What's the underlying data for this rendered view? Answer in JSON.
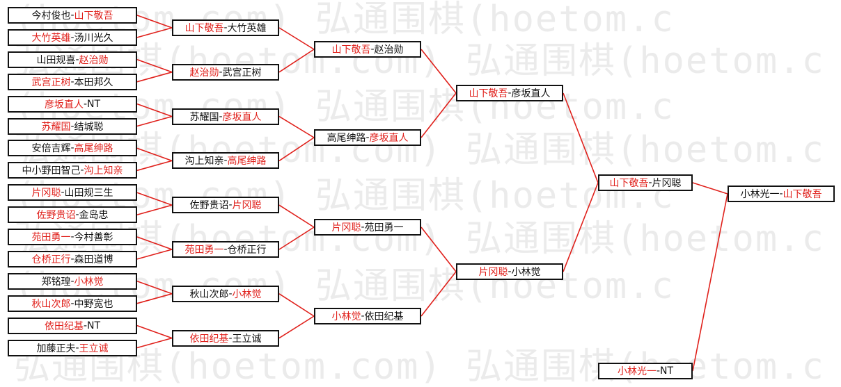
{
  "watermark": {
    "text": "弘通围棋(hoetom.com)",
    "rows": [
      "(hoetom.com) 弘通围棋(hoetom.c",
      "弘通围棋(hoetom.com) 弘通围棋(hoetom.c",
      "(hoetom.com) 弘通围棋(hoetom.c",
      "弘通围棋(hoetom.com) 弘通围棋(hoetom.c",
      "(hoetom.com) 弘通围棋(hoetom.c",
      "弘通围棋(hoetom.com) 弘通围棋(hoetom.c",
      "(hoetom.com) 弘通围棋(hoetom.c",
      "弘通围棋(hoetom.com) 弘通围棋(hoetom.c"
    ]
  },
  "colors": {
    "winner": "#e0201b",
    "loser": "#111111",
    "connector": "#e0201b",
    "border": "#111111"
  },
  "bracket": {
    "round1": [
      {
        "a": "今村俊也",
        "b": "山下敬吾",
        "winner": "b"
      },
      {
        "a": "大竹英雄",
        "b": "汤川光久",
        "winner": "a"
      },
      {
        "a": "山田规喜",
        "b": "赵治勋",
        "winner": "b"
      },
      {
        "a": "武宫正树",
        "b": "本田邦久",
        "winner": "a"
      },
      {
        "a": "彦坂直人",
        "b": "NT",
        "winner": "a"
      },
      {
        "a": "苏耀国",
        "b": "结城聪",
        "winner": "a"
      },
      {
        "a": "安倍吉辉",
        "b": "高尾绅路",
        "winner": "b"
      },
      {
        "a": "中小野田智己",
        "b": "沟上知亲",
        "winner": "b"
      },
      {
        "a": "片冈聪",
        "b": "山田规三生",
        "winner": "a"
      },
      {
        "a": "佐野贵诏",
        "b": "金岛忠",
        "winner": "a"
      },
      {
        "a": "苑田勇一",
        "b": "今村善彰",
        "winner": "a"
      },
      {
        "a": "仓桥正行",
        "b": "森田道博",
        "winner": "a"
      },
      {
        "a": "郑铭瑝",
        "b": "小林觉",
        "winner": "b"
      },
      {
        "a": "秋山次郎",
        "b": "中野宽也",
        "winner": "a"
      },
      {
        "a": "依田纪基",
        "b": "NT",
        "winner": "a"
      },
      {
        "a": "加藤正夫",
        "b": "王立诚",
        "winner": "b"
      }
    ],
    "round2": [
      {
        "a": "山下敬吾",
        "b": "大竹英雄",
        "winner": "a"
      },
      {
        "a": "赵治勋",
        "b": "武宫正树",
        "winner": "a"
      },
      {
        "a": "苏耀国",
        "b": "彦坂直人",
        "winner": "b"
      },
      {
        "a": "沟上知亲",
        "b": "高尾绅路",
        "winner": "b"
      },
      {
        "a": "佐野贵诏",
        "b": "片冈聪",
        "winner": "b"
      },
      {
        "a": "苑田勇一",
        "b": "仓桥正行",
        "winner": "a"
      },
      {
        "a": "秋山次郎",
        "b": "小林觉",
        "winner": "b"
      },
      {
        "a": "依田纪基",
        "b": "王立诚",
        "winner": "a"
      }
    ],
    "round3": [
      {
        "a": "山下敬吾",
        "b": "赵治勋",
        "winner": "a"
      },
      {
        "a": "高尾绅路",
        "b": "彦坂直人",
        "winner": "b"
      },
      {
        "a": "片冈聪",
        "b": "苑田勇一",
        "winner": "a"
      },
      {
        "a": "小林觉",
        "b": "依田纪基",
        "winner": "a"
      }
    ],
    "round4": [
      {
        "a": "山下敬吾",
        "b": "彦坂直人",
        "winner": "a"
      },
      {
        "a": "片冈聪",
        "b": "小林觉",
        "winner": "a"
      }
    ],
    "round5": [
      {
        "a": "山下敬吾",
        "b": "片冈聪",
        "winner": "a"
      }
    ],
    "seed": {
      "a": "小林光一",
      "b": "NT",
      "winner": "a"
    },
    "final": {
      "a": "小林光一",
      "b": "山下敬吾",
      "winner": "b"
    }
  }
}
